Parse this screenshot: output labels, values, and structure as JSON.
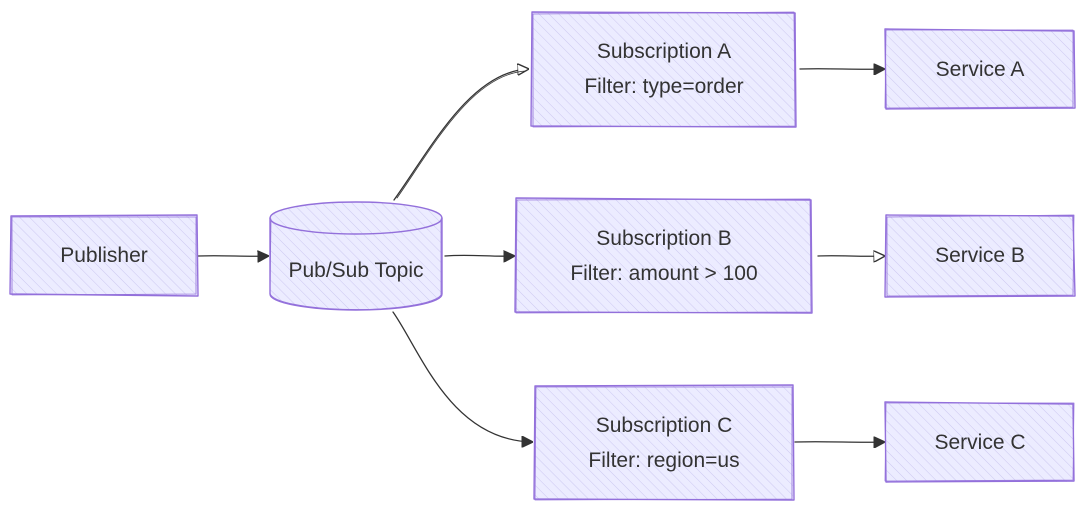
{
  "nodes": {
    "publisher": {
      "label": "Publisher"
    },
    "topic": {
      "label": "Pub/Sub Topic"
    },
    "sub_a": {
      "line1": "Subscription A",
      "line2": "Filter: type=order"
    },
    "sub_b": {
      "line1": "Subscription B",
      "line2": "Filter: amount > 100"
    },
    "sub_c": {
      "line1": "Subscription C",
      "line2": "Filter: region=us"
    },
    "service_a": {
      "label": "Service A"
    },
    "service_b": {
      "label": "Service B"
    },
    "service_c": {
      "label": "Service C"
    }
  },
  "colors": {
    "node_fill": "#ECECFF",
    "node_border": "#9370DB",
    "edge": "#333333",
    "text": "#333333"
  }
}
